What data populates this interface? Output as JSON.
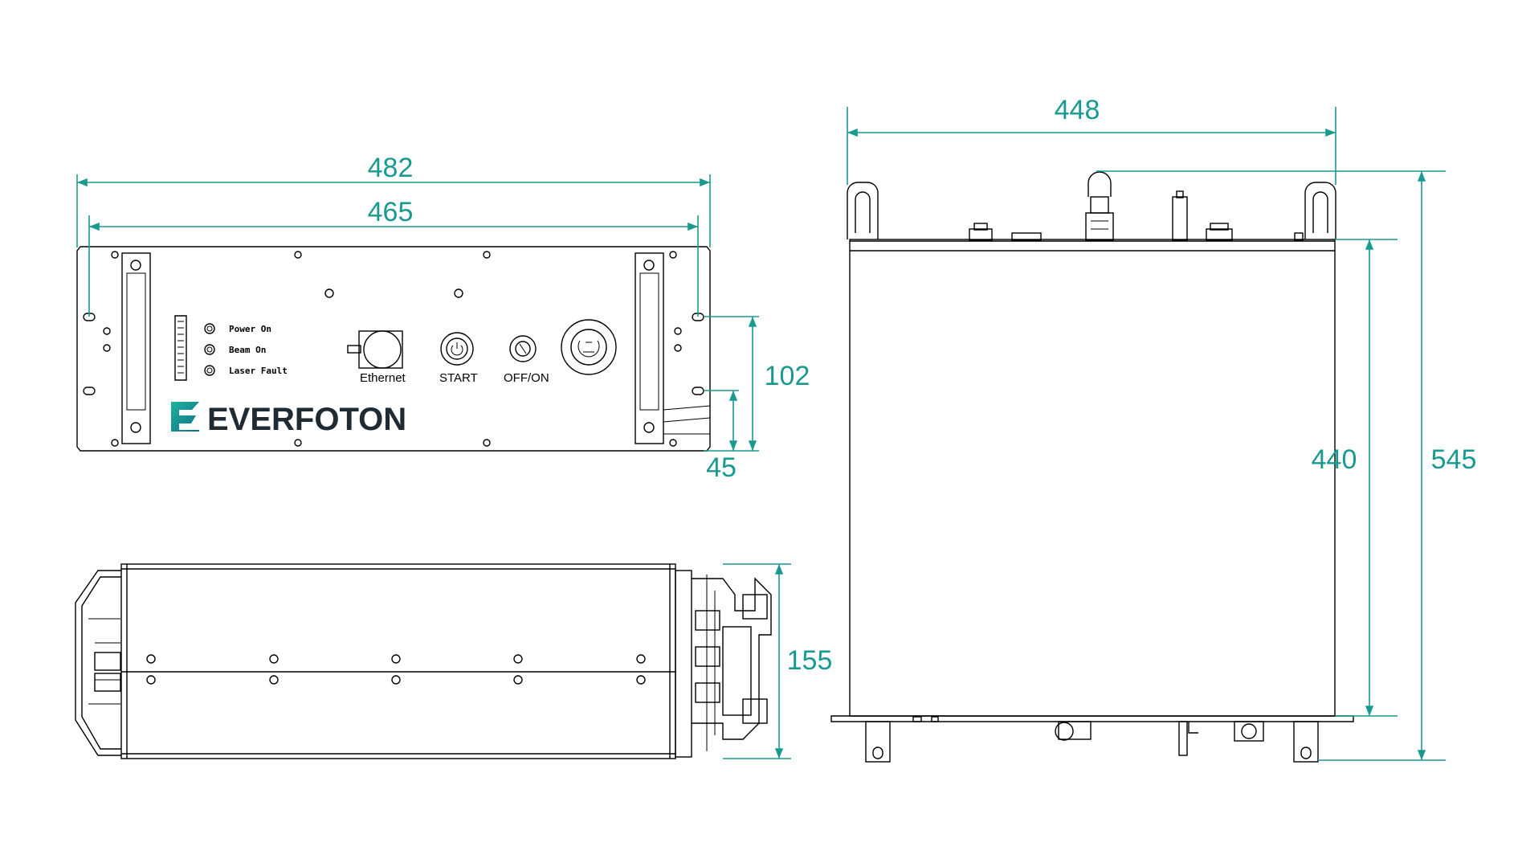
{
  "front_view": {
    "dim_total_width": "482",
    "dim_mount_width": "465",
    "dim_height": "102",
    "dim_offset": "45",
    "brand": "EVERFOTON",
    "indicators": [
      "Power On",
      "Beam On",
      "Laser Fault"
    ],
    "port_labels": {
      "ethernet": "Ethernet",
      "start": "START",
      "key": "OFF/ON"
    }
  },
  "side_view": {
    "dim_height": "155"
  },
  "top_view": {
    "dim_width": "448",
    "dim_body_depth": "440",
    "dim_total_depth": "545"
  },
  "colors": {
    "dimension": "#1a9a8f",
    "outline": "#000000",
    "brand_accent": "#1fb39b"
  }
}
